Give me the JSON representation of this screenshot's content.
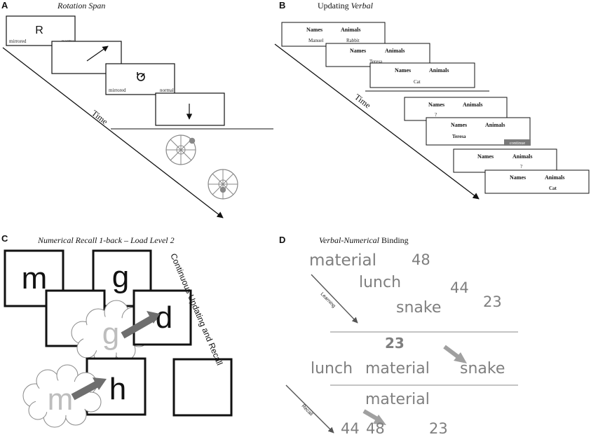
{
  "panels": {
    "a": {
      "label": "A",
      "title": "Rotation Span",
      "letter": "R",
      "mirrored_label": "mirrored",
      "normal_label": "normal",
      "time_label": "Time"
    },
    "b": {
      "label": "B",
      "title_prefix": "Updating ",
      "title_italic": "Verbal",
      "col_names": "Names",
      "col_animals": "Animals",
      "entries": [
        "Manuel",
        "Rabbit",
        "Teresa",
        "Cat"
      ],
      "question_mark": "?",
      "continue_label": "continue",
      "time_label": "Time"
    },
    "c": {
      "label": "C",
      "title": "Numerical Recall 1-back – Load Level 2",
      "letters": [
        "m",
        "g",
        "d",
        "h"
      ],
      "faded_letters": [
        "g",
        "m"
      ],
      "side_text": "Continuous Updating and Recall"
    },
    "d": {
      "label": "D",
      "title_italic": "Verbal-Numerical",
      "title_rest": " Binding",
      "learning_items": [
        "material",
        "48",
        "lunch",
        "44",
        "snake",
        "23"
      ],
      "learning_label": "Learning",
      "cue_number": "23",
      "word_row": [
        "lunch",
        "material",
        "snake"
      ],
      "cue_word": "material",
      "number_row": [
        "44",
        "48",
        "23"
      ],
      "recall_label": "Recall"
    }
  }
}
